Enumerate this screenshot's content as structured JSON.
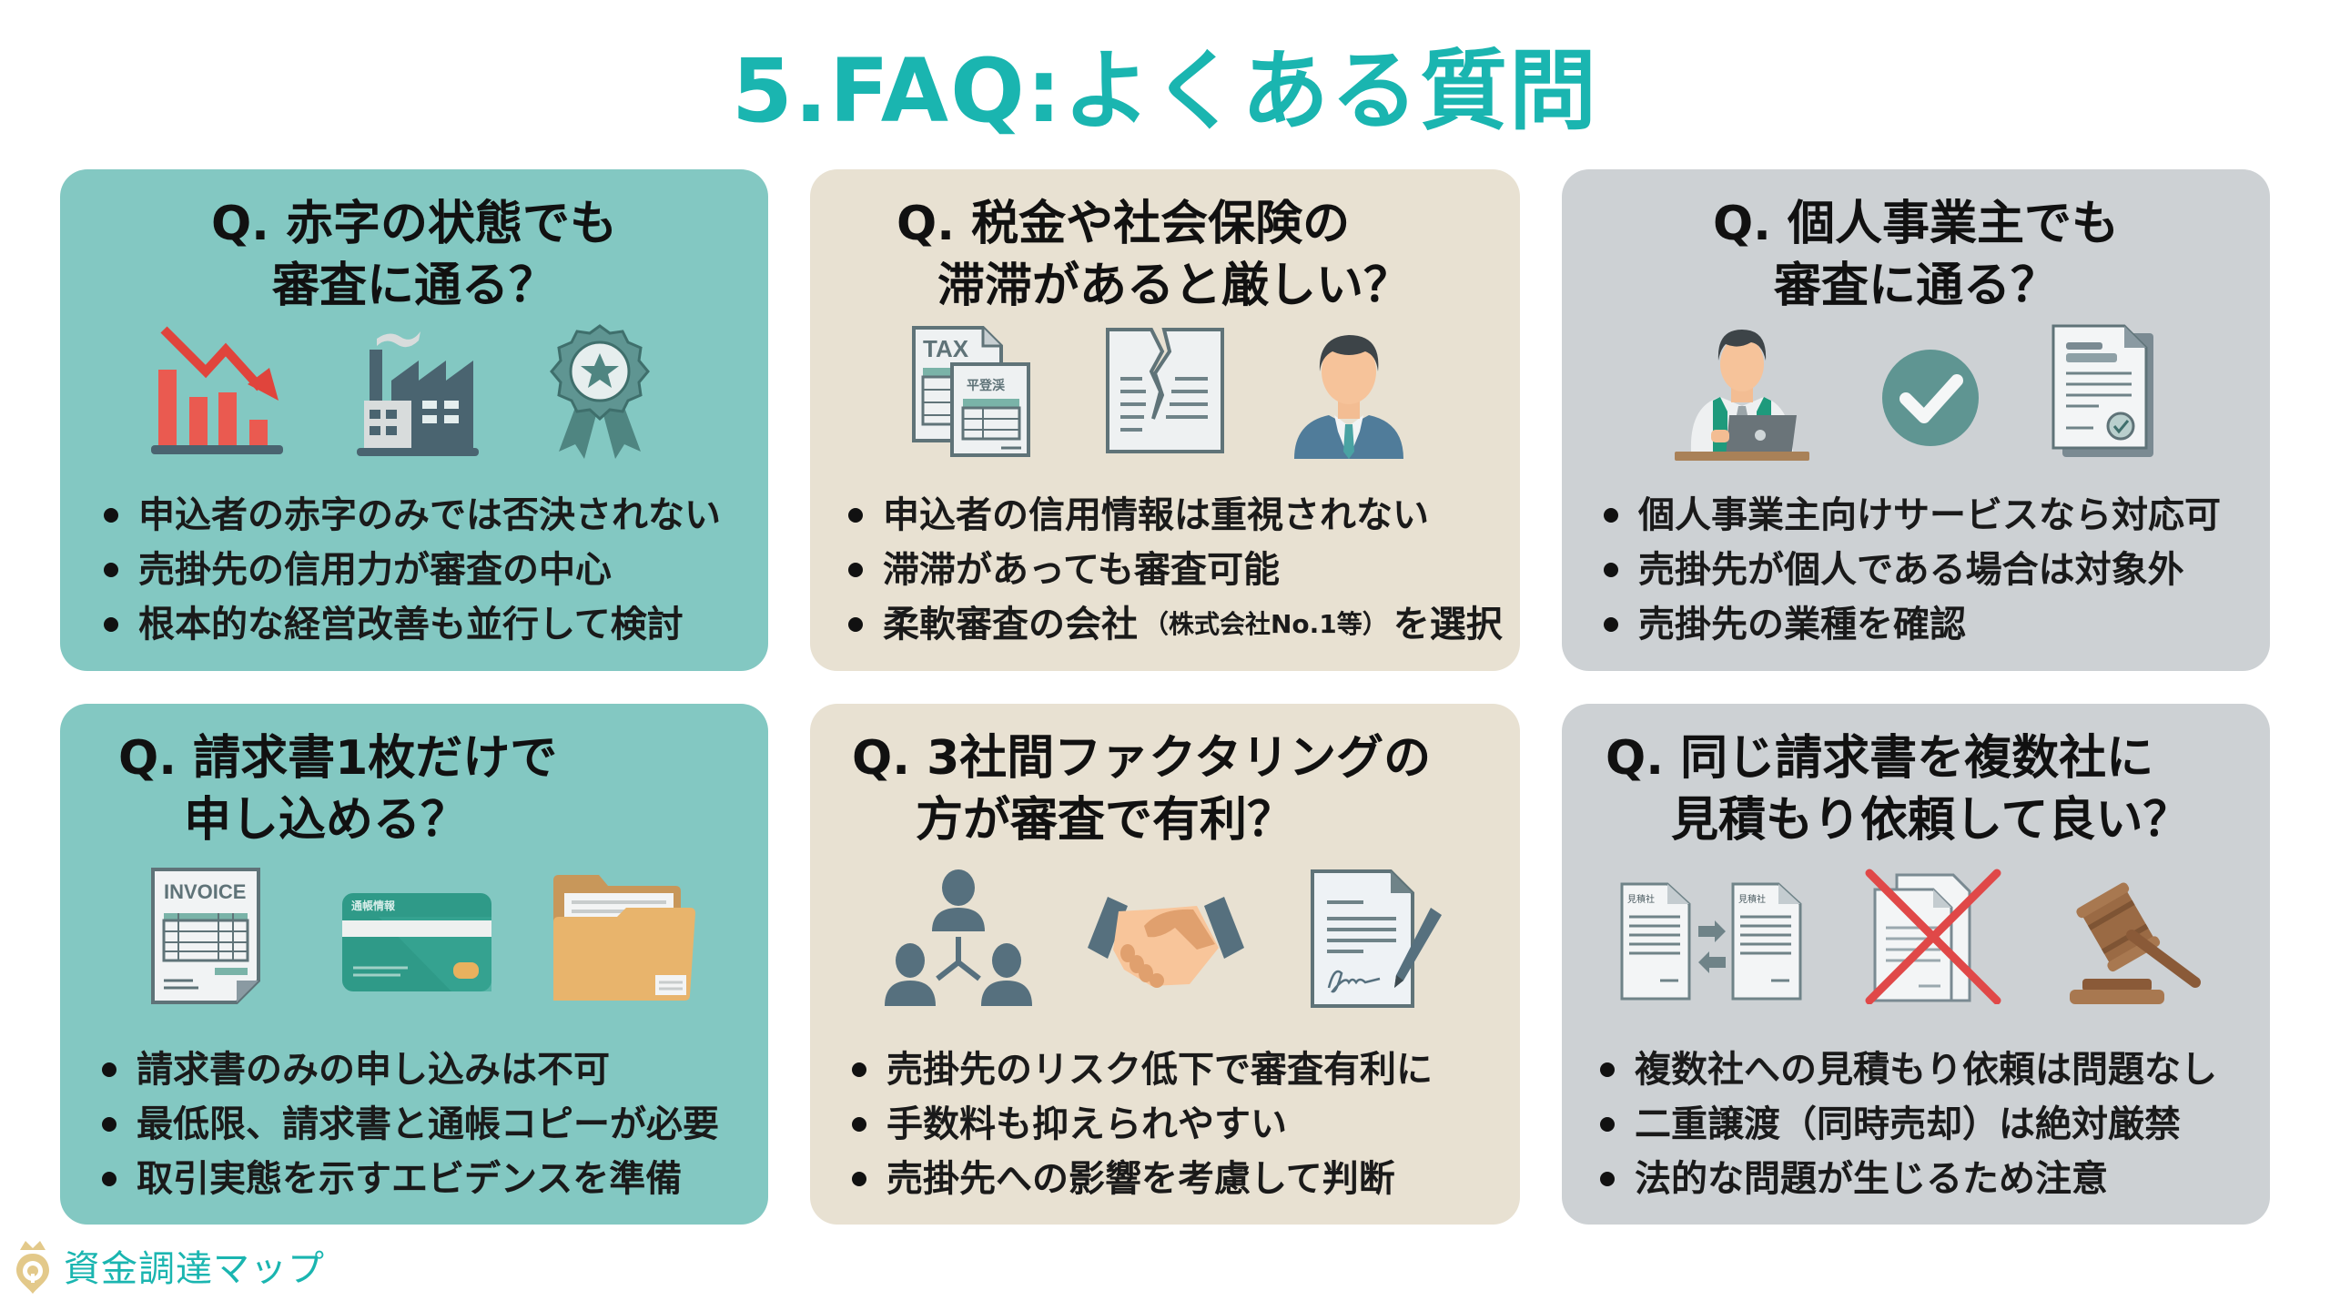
{
  "page": {
    "title": "5.FAQ:よくある質問",
    "title_color": "#1ab5b0"
  },
  "cards": [
    {
      "theme": "teal",
      "bg": "#83c8c2",
      "question": [
        "Q. 赤字の状態でも",
        "審査に通る？"
      ],
      "icons": [
        "declining-bar-chart-icon",
        "factory-icon",
        "award-badge-icon"
      ],
      "bullets": [
        {
          "text": "申込者の赤字のみでは否決されない"
        },
        {
          "text": "売掛先の信用力が審査の中心"
        },
        {
          "text": "根本的な経営改善も並行して検討"
        }
      ]
    },
    {
      "theme": "beige",
      "bg": "#e8e1d2",
      "question": [
        "Q. 税金や社会保険の",
        "滞滞があると厳しい？"
      ],
      "icons": [
        "tax-document-icon",
        "torn-document-icon",
        "businessman-icon"
      ],
      "icon_labels": {
        "tax": "TAX",
        "sub": "平登渓"
      },
      "bullets": [
        {
          "text": "申込者の信用情報は重視されない"
        },
        {
          "text": "滞滞があっても審査可能"
        },
        {
          "text": "柔軟審査の会社",
          "small": "（株式会社No.1等）",
          "after": "を選択"
        }
      ]
    },
    {
      "theme": "gray",
      "bg": "#cdd1d4",
      "question": [
        "Q. 個人事業主でも",
        "審査に通る？"
      ],
      "icons": [
        "sole-proprietor-laptop-icon",
        "checkmark-circle-icon",
        "certified-document-icon"
      ],
      "bullets": [
        {
          "text": "個人事業主向けサービスなら対応可"
        },
        {
          "text": "売掛先が個人である場合は対象外"
        },
        {
          "text": "売掛先の業種を確認"
        }
      ]
    },
    {
      "theme": "teal",
      "bg": "#83c8c2",
      "question": [
        "Q. 請求書1枚だけで",
        "申し込める？"
      ],
      "icons": [
        "invoice-icon",
        "bankbook-card-icon",
        "folder-icon"
      ],
      "icon_labels": {
        "invoice": "INVOICE",
        "card": "通帳情報"
      },
      "bullets": [
        {
          "text": "請求書のみの申し込みは不可"
        },
        {
          "text": "最低限、請求書と通帳コピーが必要"
        },
        {
          "text": "取引実態を示すエビデンスを準備"
        }
      ]
    },
    {
      "theme": "beige",
      "bg": "#e8e1d2",
      "question": [
        "Q. 3社間ファクタリングの",
        "方が審査で有利？"
      ],
      "icons": [
        "three-party-network-icon",
        "handshake-icon",
        "signed-contract-icon"
      ],
      "bullets": [
        {
          "text": "売掛先のリスク低下で審査有利に"
        },
        {
          "text": "手数料も抑えられやすい"
        },
        {
          "text": "売掛先への影響を考慮して判断"
        }
      ]
    },
    {
      "theme": "gray",
      "bg": "#cdd1d4",
      "question": [
        "Q. 同じ請求書を複数社に",
        "見積もり依頼して良い？"
      ],
      "icons": [
        "document-exchange-icon",
        "prohibited-duplicate-icon",
        "gavel-icon"
      ],
      "icon_labels": {
        "doc": "見積社"
      },
      "bullets": [
        {
          "text": "複数社への見積もり依頼は問題なし"
        },
        {
          "text": "二重譲渡（同時売却）は絶対厳禁"
        },
        {
          "text": "法的な問題が生じるため注意"
        }
      ]
    }
  ],
  "footer": {
    "brand": "資金調達マップ",
    "logo_icon": "crown-pin-logo-icon"
  }
}
